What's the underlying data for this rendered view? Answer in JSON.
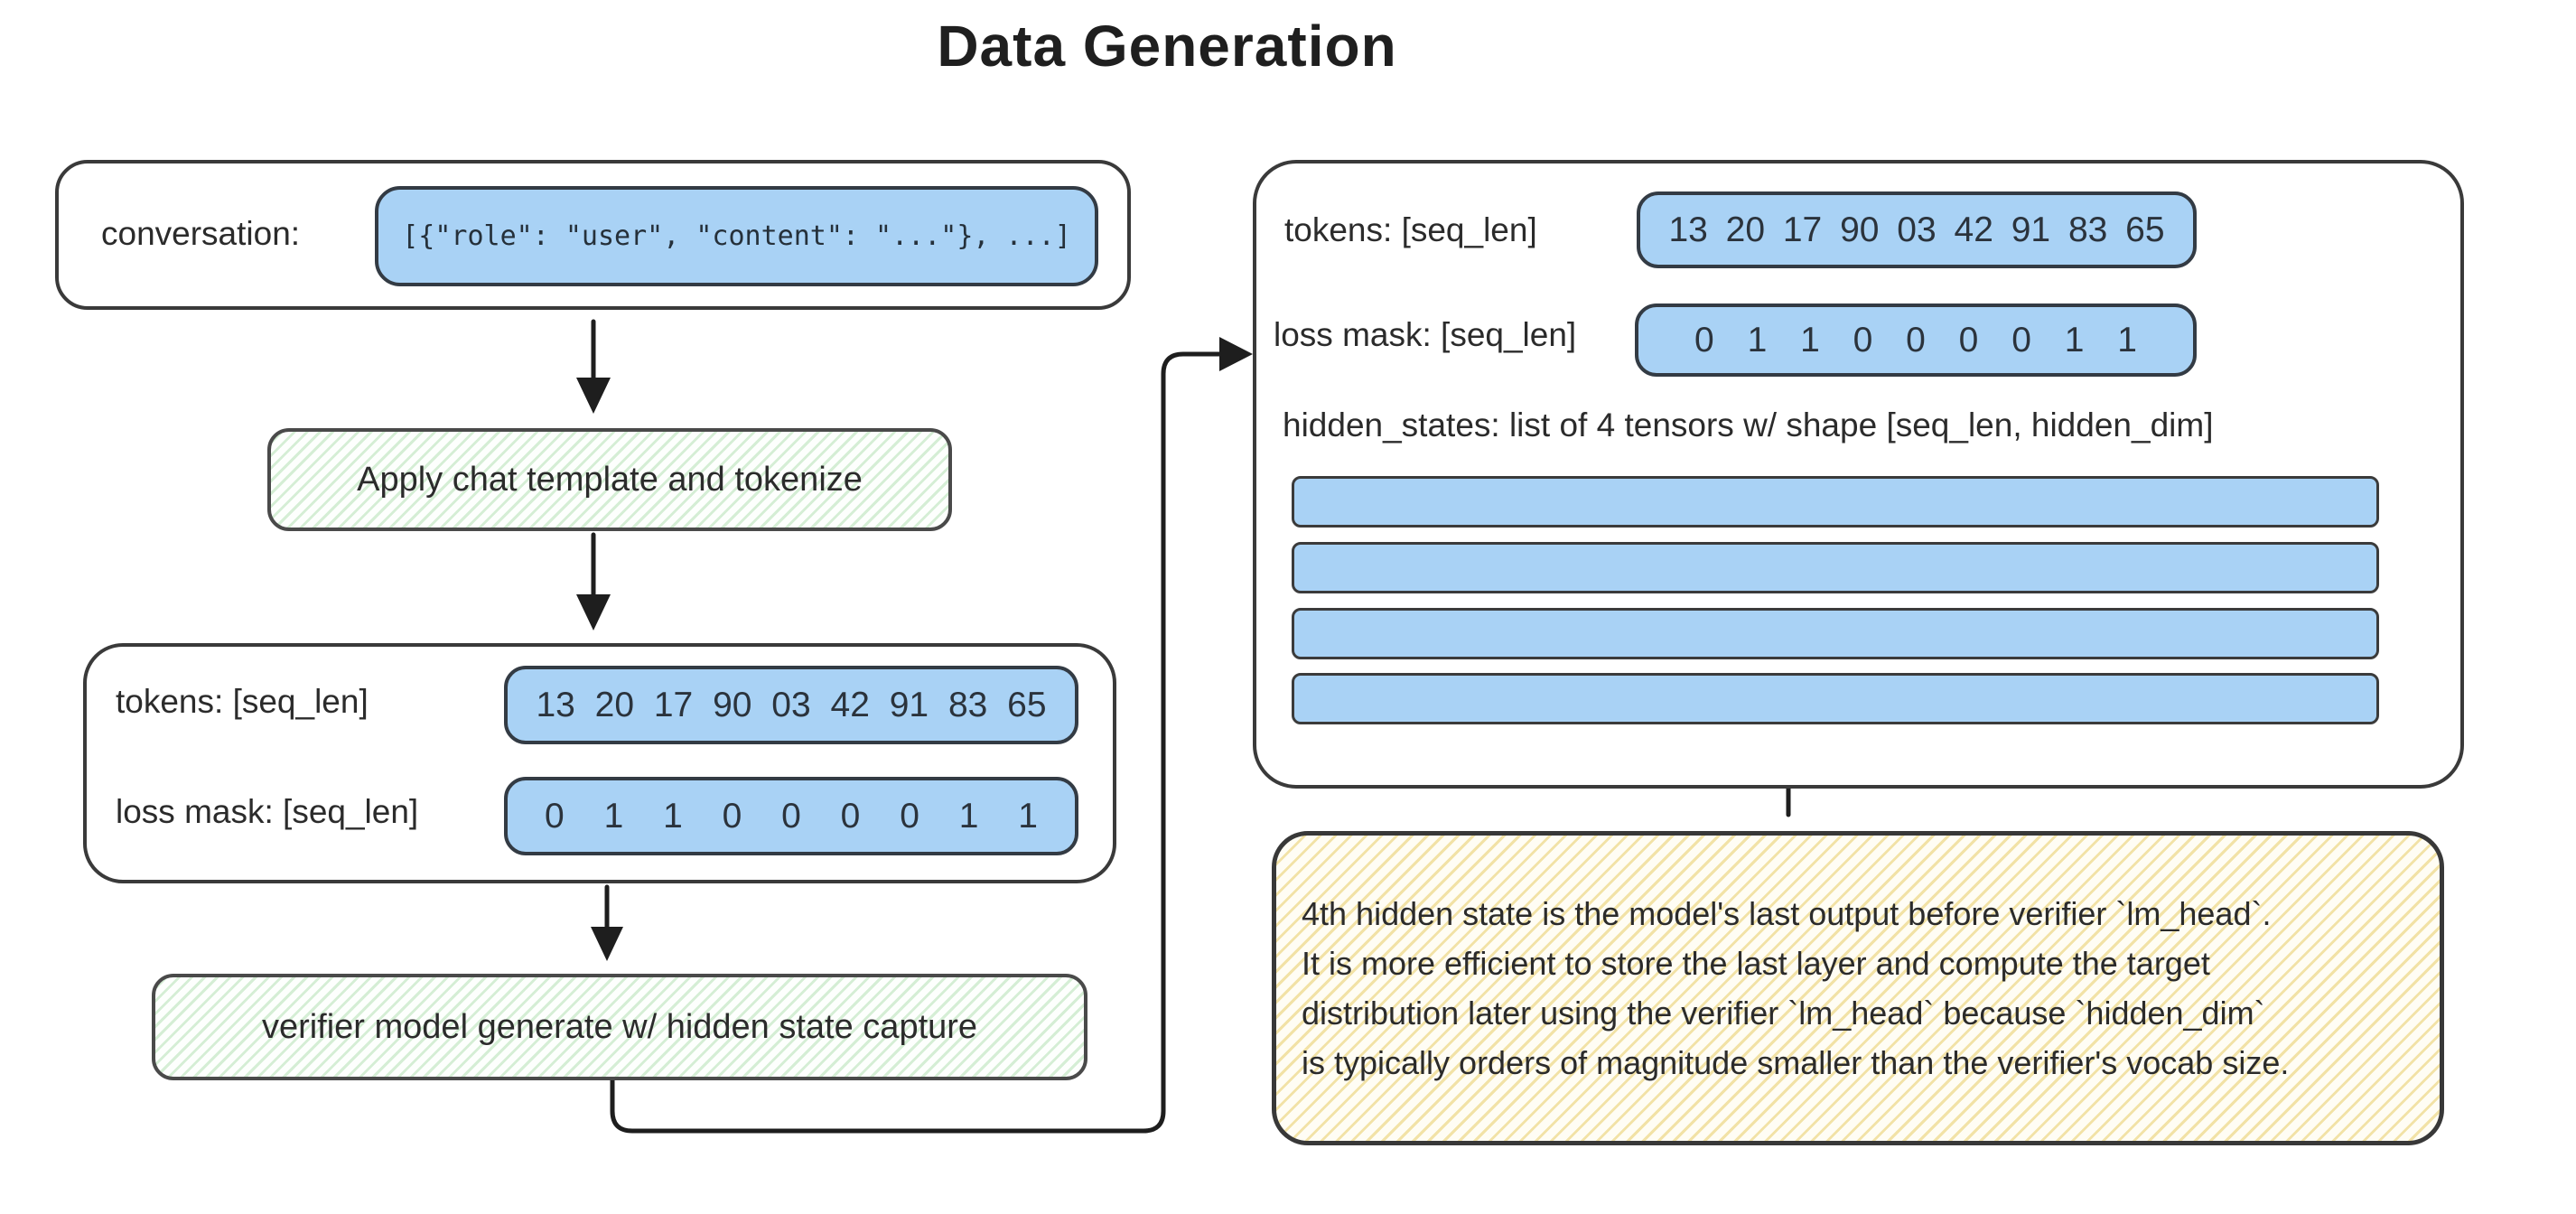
{
  "title": "Data Generation",
  "colors": {
    "background": "#ffffff",
    "tensor_fill": "#a9d2f5",
    "tensor_border": "#333b44",
    "process_stripe": "#d5eed5",
    "note_stripe": "#f2e2a6",
    "outline": "#3a3a3a",
    "text": "#2b2b2b"
  },
  "left_column": {
    "conversation": {
      "label": "conversation:",
      "value": "[{\"role\": \"user\", \"content\": \"...\"}, ...]"
    },
    "steps": {
      "apply_template": "Apply chat template and tokenize",
      "verifier_generate": "verifier model generate w/ hidden state capture"
    },
    "tokens_box": {
      "tokens_label": "tokens: [seq_len]",
      "tokens_values": "13 20 17 90 03 42 91 83 65",
      "loss_mask_label": "loss mask: [seq_len]",
      "loss_mask_values": "0 1 1 0 0 0 0 1 1"
    }
  },
  "right_column": {
    "output_box": {
      "tokens_label": "tokens: [seq_len]",
      "tokens_values": "13 20 17 90 03 42 91 83 65",
      "loss_mask_label": "loss mask: [seq_len]",
      "loss_mask_values": "0 1 1 0 0 0 0 1 1",
      "hidden_states_label": "hidden_states: list of 4 tensors w/ shape [seq_len, hidden_dim]",
      "num_hidden_state_bars": 4
    },
    "note": "4th hidden state is the model's last output before verifier `lm_head`.\nIt is more efficient to store the last layer and compute the target\ndistribution later using the verifier `lm_head` because `hidden_dim`\nis typically orders of magnitude smaller than the verifier's vocab size."
  }
}
